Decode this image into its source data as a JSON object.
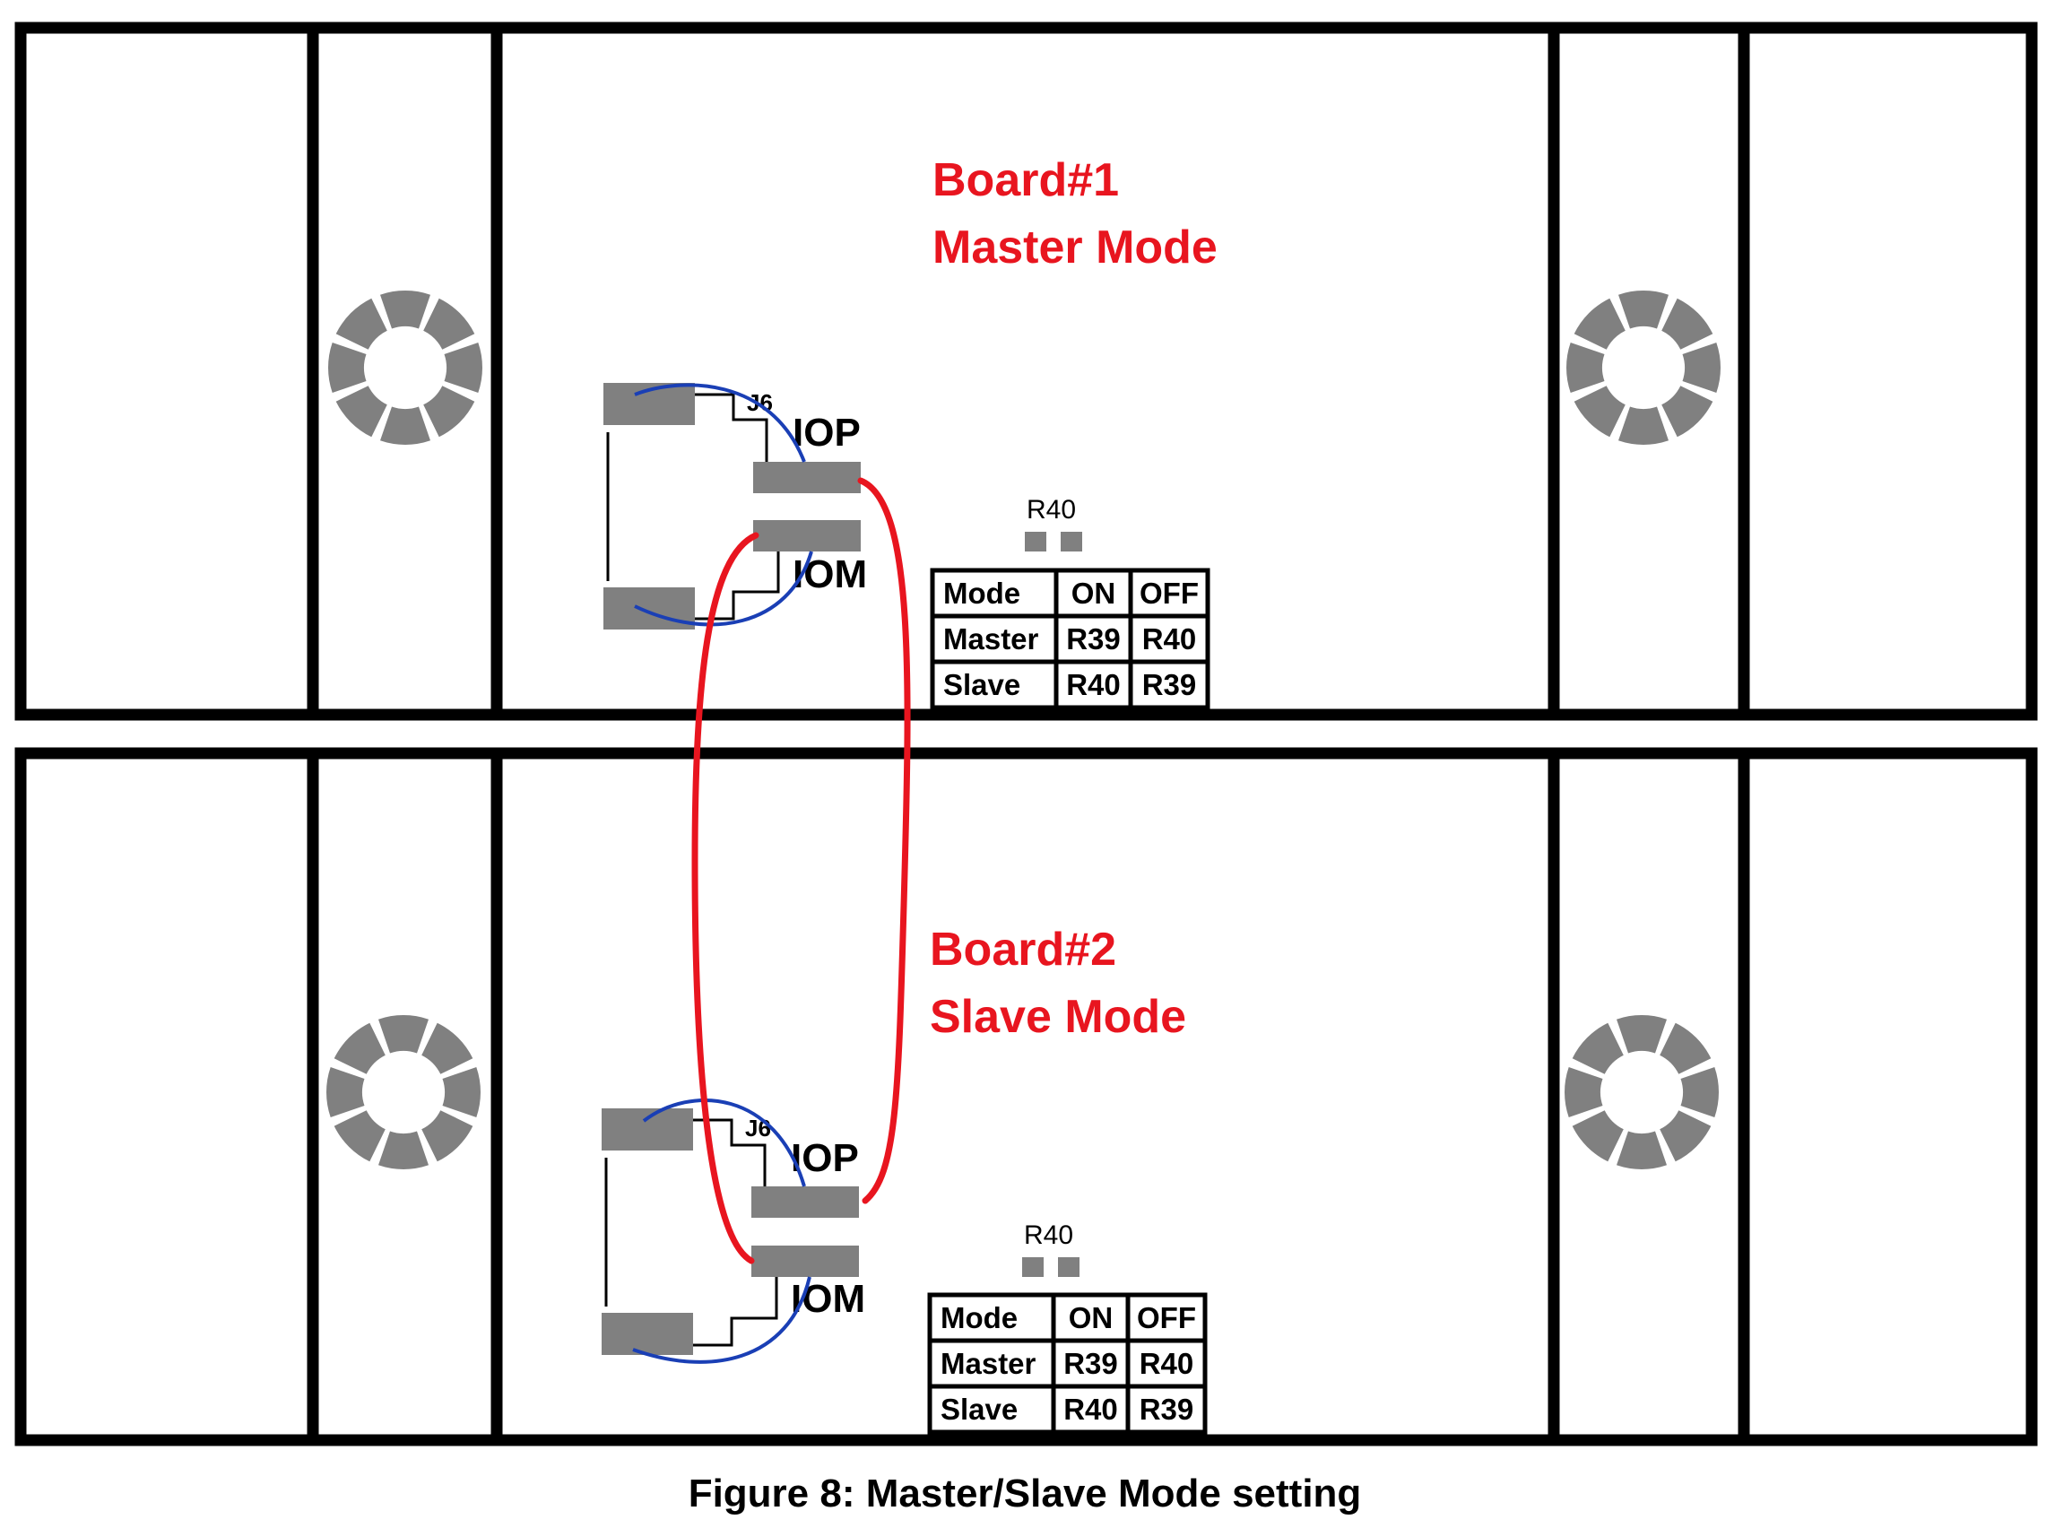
{
  "boards": [
    {
      "id": "board-1",
      "name": "Board#1",
      "mode": "Master Mode"
    },
    {
      "id": "board-2",
      "name": "Board#2",
      "mode": "Slave Mode"
    }
  ],
  "connector_labels": {
    "j6": "J6",
    "iop": "IOP",
    "iom": "IOM"
  },
  "resistor_label": "R40",
  "mode_table": {
    "headers": [
      "Mode",
      "ON",
      "OFF"
    ],
    "rows": [
      [
        "Master",
        "R39",
        "R40"
      ],
      [
        "Slave",
        "R40",
        "R39"
      ]
    ]
  },
  "caption": "Figure 8: Master/Slave Mode setting",
  "colors": {
    "board_outline": "#000000",
    "pad": "#808080",
    "fan": "#808080",
    "label_red": "#e8151f",
    "red_cable": "#e8151f",
    "blue_wire": "#1a3fb5"
  }
}
